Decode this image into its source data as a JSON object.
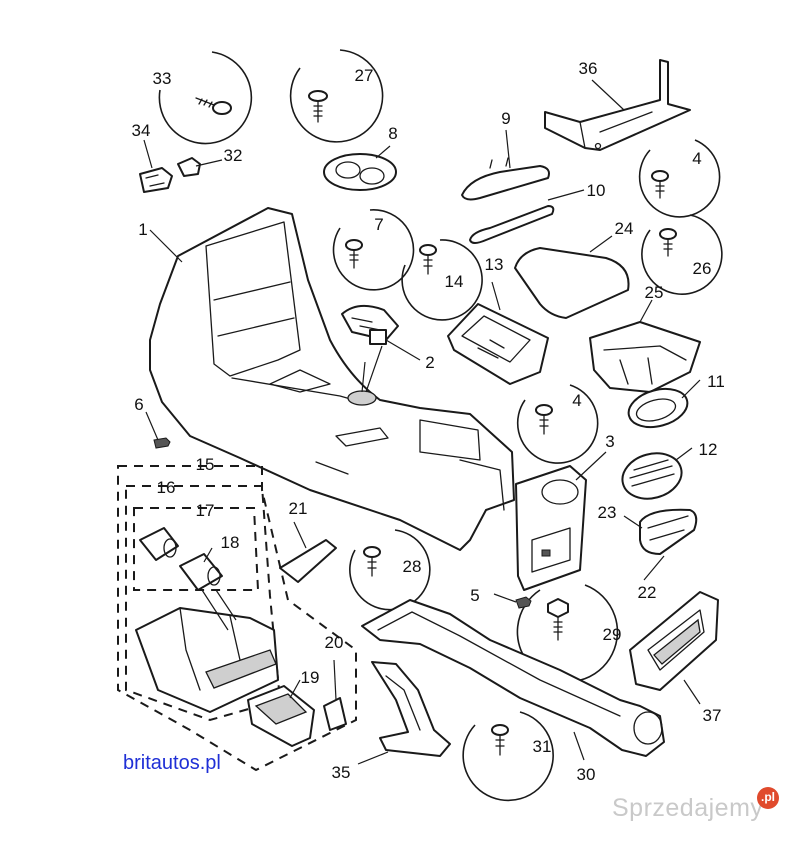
{
  "labels": {
    "p1": "1",
    "p2": "2",
    "p3": "3",
    "p4a": "4",
    "p4b": "4",
    "p5": "5",
    "p6": "6",
    "p7": "7",
    "p8": "8",
    "p9": "9",
    "p10": "10",
    "p11": "11",
    "p12": "12",
    "p13": "13",
    "p14": "14",
    "p15": "15",
    "p16": "16",
    "p17": "17",
    "p18": "18",
    "p19": "19",
    "p20": "20",
    "p21": "21",
    "p22": "22",
    "p23": "23",
    "p24": "24",
    "p25": "25",
    "p26": "26",
    "p27": "27",
    "p28": "28",
    "p29": "29",
    "p30": "30",
    "p31": "31",
    "p32": "32",
    "p33": "33",
    "p34": "34",
    "p35": "35",
    "p36": "36",
    "p37": "37"
  },
  "source_text": "britautos.pl",
  "watermark": {
    "text": "Sprzedajemy",
    "badge": ".pl"
  },
  "colors": {
    "line": "#1a1a1a",
    "link": "#1f2fd6",
    "watermark": "#c9c9c9",
    "badge": "#e04a2c"
  }
}
